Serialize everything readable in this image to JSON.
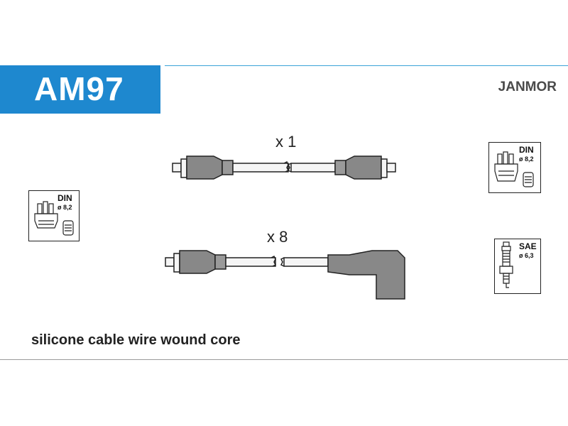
{
  "header": {
    "part_code": "AM97",
    "brand": "JANMOR",
    "accent_color": "#1e88cf"
  },
  "cables": [
    {
      "quantity_label": "x 1"
    },
    {
      "quantity_label": "x 8"
    }
  ],
  "connectors": {
    "left_distributor": {
      "standard": "DIN",
      "diameter": "ø 8,2"
    },
    "right_distributor": {
      "standard": "DIN",
      "diameter": "ø 8,2"
    },
    "spark_plug": {
      "standard": "SAE",
      "diameter": "ø 6,3"
    }
  },
  "footer": {
    "caption": "silicone cable wire wound core"
  }
}
